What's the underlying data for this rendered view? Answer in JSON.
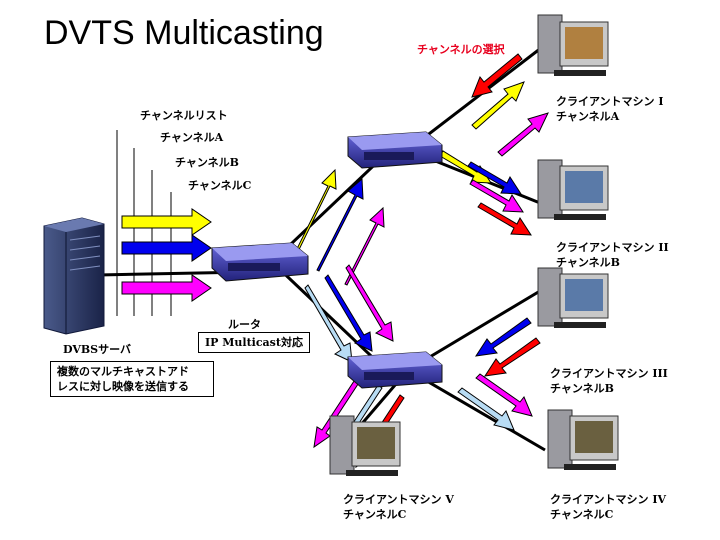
{
  "title": "DVTS Multicasting",
  "channel_select": "チャンネルの選択",
  "channel_list": {
    "heading": "チャンネルリスト",
    "items": [
      "チャンネルA",
      "チャンネルB",
      "チャンネルC"
    ]
  },
  "server": {
    "label": "DVBSサーバ"
  },
  "server_note": [
    "複数のマルチキャストアド",
    "レスに対し映像を送信する"
  ],
  "router": {
    "name": "ルータ",
    "feature": "IP Multicast対応"
  },
  "clients": [
    {
      "name": "クライアントマシン I",
      "channel": "チャンネルA"
    },
    {
      "name": "クライアントマシン II",
      "channel": "チャンネルB"
    },
    {
      "name": "クライアントマシン III",
      "channel": "チャンネルB"
    },
    {
      "name": "クライアントマシン IV",
      "channel": "チャンネルC"
    },
    {
      "name": "クライアントマシン V",
      "channel": "チャンネルC"
    }
  ],
  "colors": {
    "channel_a": "#ffff00",
    "channel_b": "#0000ee",
    "channel_c": "#ff00ff",
    "request": "#ff0000",
    "idle": "#b8dcf4",
    "router_body": "#3a3ab4",
    "server_body": "#2a3a6a",
    "link": "#000000"
  }
}
